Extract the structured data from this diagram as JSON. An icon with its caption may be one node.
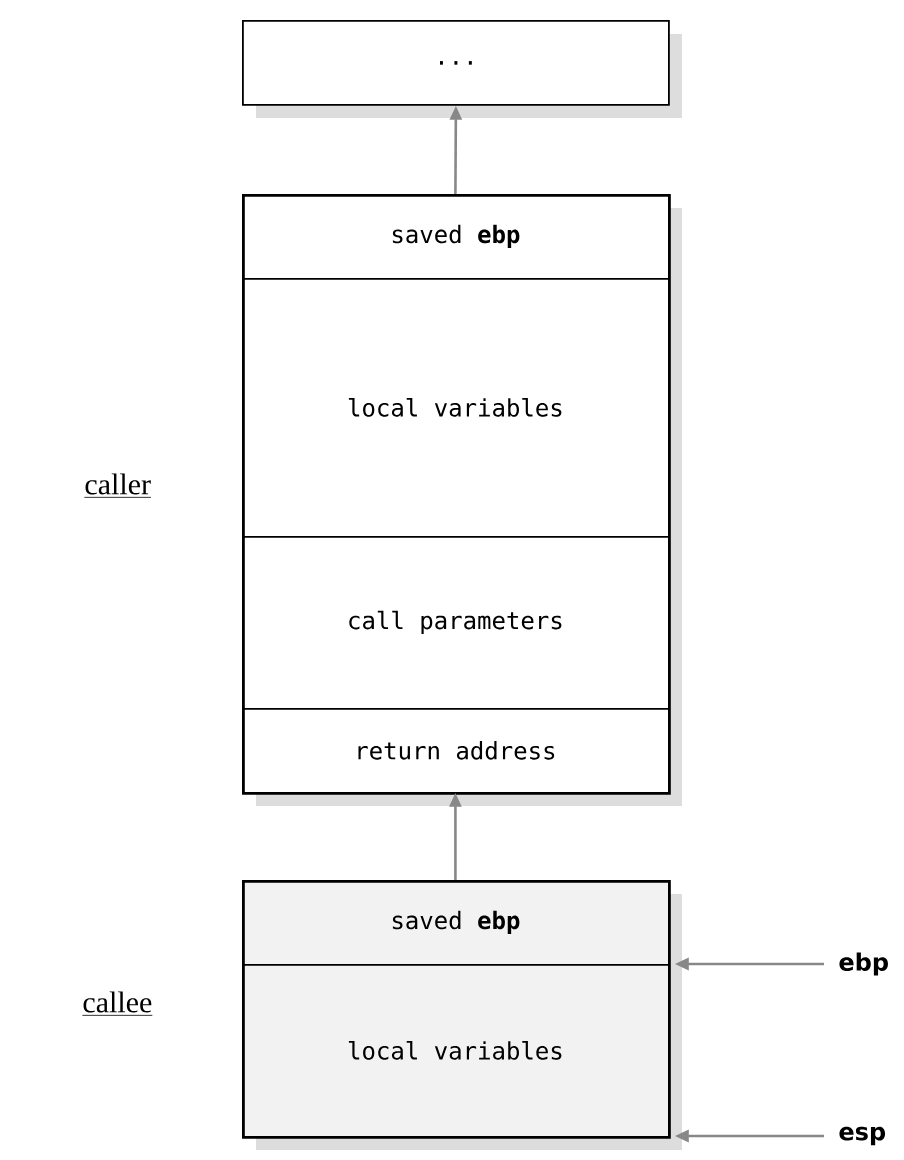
{
  "diagram": {
    "nodes": [
      {
        "text": [
          "..."
        ]
      },
      {
        "text": [],
        "shape": "box",
        "beside": [
          "caller"
        ]
      },
      {
        "text": [
          "saved **ebp**"
        ],
        "in": 1
      },
      {
        "text": [
          "local variables"
        ],
        "in": 1
      },
      {
        "text": [
          "call parameters"
        ],
        "in": 1
      },
      {
        "text": [
          "return address"
        ],
        "in": 1
      },
      {
        "text": [],
        "shape": "box",
        "beside": [
          "callee"
        ]
      },
      {
        "text": [
          "saved **ebp**"
        ],
        "in": 6
      },
      {
        "text": [
          "local variables"
        ],
        "in": 6
      },
      {
        "text": [
          "ebp"
        ]
      },
      {
        "text": [
          "esp"
        ]
      }
    ],
    "edges": [
      {
        "from": 2,
        "to": 0,
        "arrow": "to"
      },
      {
        "from": 7,
        "to": 5,
        "arrow": "to"
      },
      {
        "from": 9,
        "to": 6,
        "arrow": "to"
      },
      {
        "from": 10,
        "to": 6,
        "arrow": "to"
      }
    ]
  }
}
